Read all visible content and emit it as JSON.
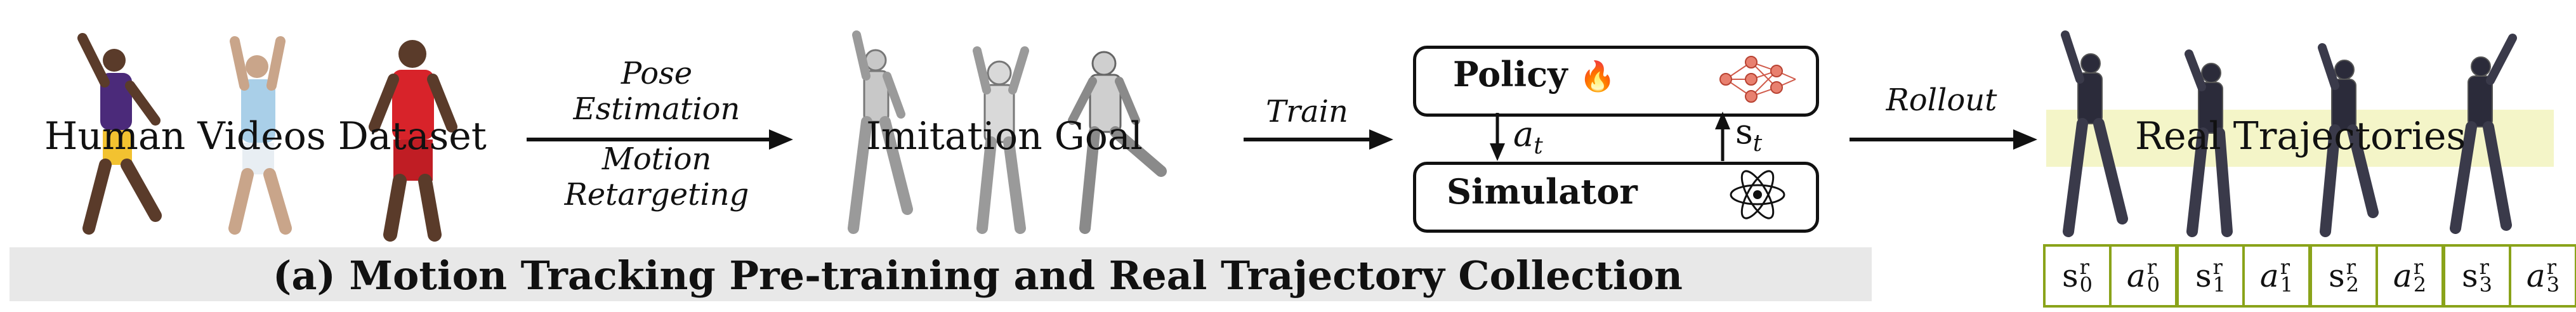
{
  "stages": {
    "human_videos": "Human Videos Dataset",
    "imitation_goal": "Imitation Goal",
    "real_trajectories": "Real Trajectories"
  },
  "arrows": {
    "pose_line1": "Pose",
    "pose_line2": "Estimation",
    "motion_line1": "Motion",
    "motion_line2": "Retargeting",
    "train": "Train",
    "rollout": "Rollout"
  },
  "policy_box": {
    "label": "Policy",
    "fire": "🔥"
  },
  "simulator_box": {
    "label": "Simulator"
  },
  "symbols": {
    "action": "a",
    "action_sub": "t",
    "state": "s",
    "state_sub": "t"
  },
  "trajectory_cells": [
    {
      "s": "s",
      "s_sup": "r",
      "s_sub": "0",
      "a": "a",
      "a_sup": "r",
      "a_sub": "0"
    },
    {
      "s": "s",
      "s_sup": "r",
      "s_sub": "1",
      "a": "a",
      "a_sup": "r",
      "a_sub": "1"
    },
    {
      "s": "s",
      "s_sup": "r",
      "s_sub": "2",
      "a": "a",
      "a_sup": "r",
      "a_sub": "2"
    },
    {
      "s": "s",
      "s_sup": "r",
      "s_sub": "3",
      "a": "a",
      "a_sup": "r",
      "a_sub": "3"
    }
  ],
  "caption": "(a) Motion Tracking Pre-training and Real Trajectory Collection",
  "colors": {
    "trajectory_border": "#8aa31a",
    "trajectory_highlight": "#f4f5c8",
    "caption_bg": "#e8e8e8"
  }
}
